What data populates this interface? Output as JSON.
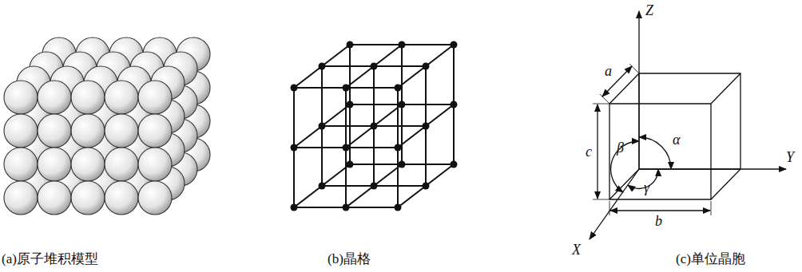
{
  "diagram": {
    "labels": [
      "(a)原子堆积模型",
      "(b)晶格",
      "(c)单位晶胞",
      "Z",
      "Y",
      "X",
      "a",
      "c",
      "b",
      "α",
      "β",
      "γ"
    ]
  }
}
